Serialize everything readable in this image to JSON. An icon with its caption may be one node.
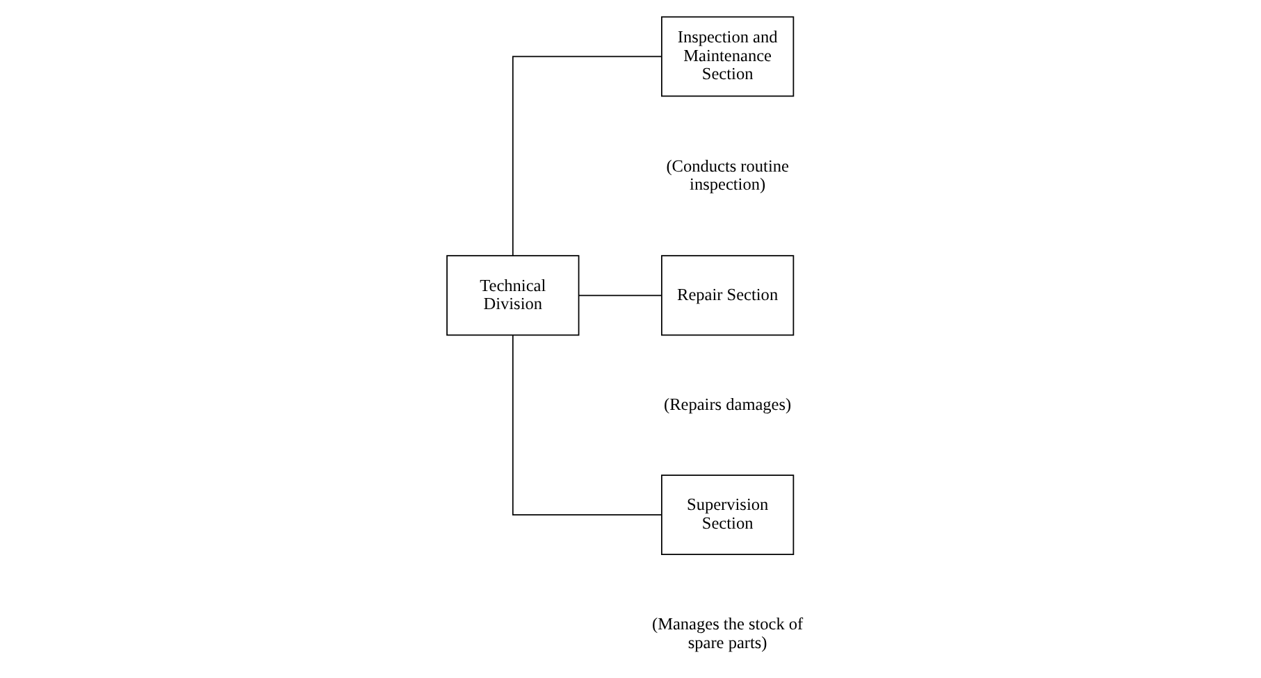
{
  "diagram": {
    "nodes": [
      {
        "text": [
          "Technical Division"
        ]
      },
      {
        "text": [
          "Inspection and Maintenance Section"
        ],
        "beside": [
          "(Conducts routine inspection)"
        ]
      },
      {
        "text": [
          "Repair Section"
        ],
        "beside": [
          "(Repairs damages)"
        ]
      },
      {
        "text": [
          "Supervision Section"
        ],
        "beside": [
          "(Manages the stock of spare parts)"
        ]
      }
    ],
    "edges": [
      {
        "from": 0,
        "to": 1,
        "arrow": "none"
      },
      {
        "from": 0,
        "to": 2,
        "arrow": "none"
      },
      {
        "from": 0,
        "to": 3,
        "arrow": "none"
      }
    ]
  }
}
